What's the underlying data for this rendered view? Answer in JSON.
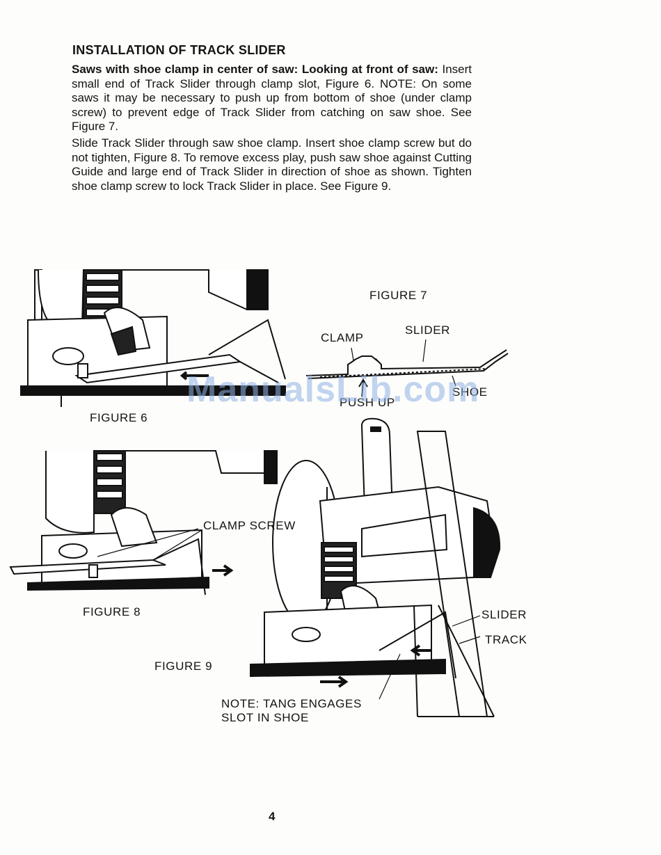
{
  "heading": "INSTALLATION OF TRACK SLIDER",
  "para1": {
    "bold_lead": "Saws with shoe clamp in center of saw: Looking at front of saw:",
    "text": "Insert small end of Track Slider through clamp slot, Figure 6. NOTE: On some saws it may be necessary to push up from bottom of shoe (under clamp screw) to prevent edge of Track Slider from catching on saw shoe. See Figure 7."
  },
  "para2": "Slide Track Slider through saw shoe clamp. Insert shoe clamp screw but do not tighten, Figure 8. To remove excess play, push saw shoe against Cutting Guide and large end of Track Slider in direction of shoe as shown. Tighten shoe clamp screw to lock Track Slider in place. See Figure 9.",
  "figures": {
    "fig6": "FIGURE 6",
    "fig7": "FIGURE 7",
    "fig8": "FIGURE 8",
    "fig9": "FIGURE 9"
  },
  "labels": {
    "clamp": "CLAMP",
    "slider": "SLIDER",
    "shoe": "SHOE",
    "push_up": "PUSH UP",
    "clamp_screw": "CLAMP SCREW",
    "slider9": "SLIDER",
    "track": "TRACK",
    "note_line1": "NOTE: TANG ENGAGES",
    "note_line2": "SLOT IN SHOE"
  },
  "watermark": "ManualsLib.com",
  "page_number": "4"
}
